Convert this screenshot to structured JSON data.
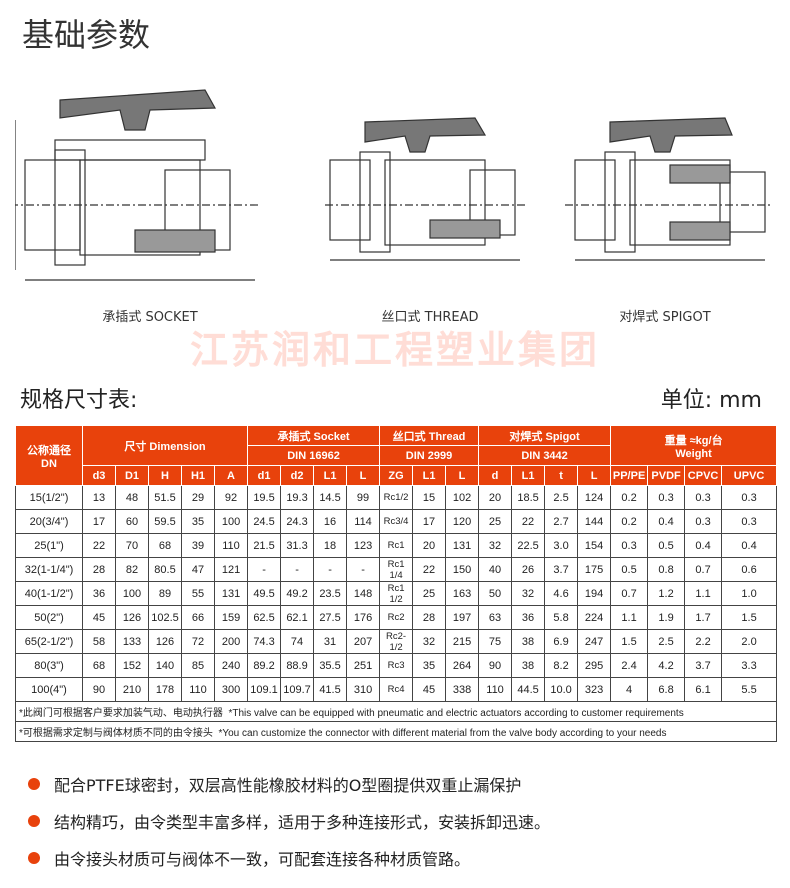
{
  "title": "基础参数",
  "diagrams": [
    {
      "label": "承插式 SOCKET"
    },
    {
      "label": "丝口式 THREAD"
    },
    {
      "label": "对焊式 SPIGOT"
    }
  ],
  "spec_title": "规格尺寸表:",
  "unit": "单位: mm",
  "watermark": "江苏润和工程塑业集团",
  "table": {
    "head1": {
      "dn": "公称通径",
      "dn2": "DN",
      "dimension": "尺寸 Dimension",
      "socket": "承插式 Socket",
      "thread": "丝口式 Thread",
      "spigot": "对焊式 Spigot",
      "weight": "重量 ≈kg/台",
      "weight2": "Weight"
    },
    "head2": {
      "socket": "DIN 16962",
      "thread": "DIN 2999",
      "spigot": "DIN 3442"
    },
    "cols": [
      "d3",
      "D1",
      "H",
      "H1",
      "A",
      "d1",
      "d2",
      "L1",
      "L",
      "ZG",
      "L1",
      "L",
      "d",
      "L1",
      "t",
      "L",
      "PP/PE",
      "PVDF",
      "CPVC",
      "UPVC"
    ],
    "rows": [
      [
        "15(1/2\")",
        "13",
        "48",
        "51.5",
        "29",
        "92",
        "19.5",
        "19.3",
        "14.5",
        "99",
        "Rc1/2",
        "15",
        "102",
        "20",
        "18.5",
        "2.5",
        "124",
        "0.2",
        "0.3",
        "0.3",
        "0.3"
      ],
      [
        "20(3/4\")",
        "17",
        "60",
        "59.5",
        "35",
        "100",
        "24.5",
        "24.3",
        "16",
        "114",
        "Rc3/4",
        "17",
        "120",
        "25",
        "22",
        "2.7",
        "144",
        "0.2",
        "0.4",
        "0.3",
        "0.3"
      ],
      [
        "25(1\")",
        "22",
        "70",
        "68",
        "39",
        "110",
        "21.5",
        "31.3",
        "18",
        "123",
        "Rc1",
        "20",
        "131",
        "32",
        "22.5",
        "3.0",
        "154",
        "0.3",
        "0.5",
        "0.4",
        "0.4"
      ],
      [
        "32(1-1/4\")",
        "28",
        "82",
        "80.5",
        "47",
        "121",
        "-",
        "-",
        "-",
        "-",
        "Rc1 1/4",
        "22",
        "150",
        "40",
        "26",
        "3.7",
        "175",
        "0.5",
        "0.8",
        "0.7",
        "0.6"
      ],
      [
        "40(1-1/2\")",
        "36",
        "100",
        "89",
        "55",
        "131",
        "49.5",
        "49.2",
        "23.5",
        "148",
        "Rc1 1/2",
        "25",
        "163",
        "50",
        "32",
        "4.6",
        "194",
        "0.7",
        "1.2",
        "1.1",
        "1.0"
      ],
      [
        "50(2\")",
        "45",
        "126",
        "102.5",
        "66",
        "159",
        "62.5",
        "62.1",
        "27.5",
        "176",
        "Rc2",
        "28",
        "197",
        "63",
        "36",
        "5.8",
        "224",
        "1.1",
        "1.9",
        "1.7",
        "1.5"
      ],
      [
        "65(2-1/2\")",
        "58",
        "133",
        "126",
        "72",
        "200",
        "74.3",
        "74",
        "31",
        "207",
        "Rc2-1/2",
        "32",
        "215",
        "75",
        "38",
        "6.9",
        "247",
        "1.5",
        "2.5",
        "2.2",
        "2.0"
      ],
      [
        "80(3\")",
        "68",
        "152",
        "140",
        "85",
        "240",
        "89.2",
        "88.9",
        "35.5",
        "251",
        "Rc3",
        "35",
        "264",
        "90",
        "38",
        "8.2",
        "295",
        "2.4",
        "4.2",
        "3.7",
        "3.3"
      ],
      [
        "100(4\")",
        "90",
        "210",
        "178",
        "110",
        "300",
        "109.1",
        "109.7",
        "41.5",
        "310",
        "Rc4",
        "45",
        "338",
        "110",
        "44.5",
        "10.0",
        "323",
        "4",
        "6.8",
        "6.1",
        "5.5"
      ]
    ],
    "notes": [
      {
        "cn": "*此阀门可根据客户要求加装气动、电动执行器",
        "en": "*This valve can be equipped with pneumatic and electric actuators according to customer requirements"
      },
      {
        "cn": "*可根据需求定制与阀体材质不同的由令接头",
        "en": "*You can customize the connector with different material from the valve body according to your needs"
      }
    ]
  },
  "bullets": [
    "配合PTFE球密封，双层高性能橡胶材料的O型圈提供双重止漏保护",
    "结构精巧，由令类型丰富多样，适用于多种连接形式，安装拆卸迅速。",
    "由令接头材质可与阀体不一致，可配套连接各种材质管路。"
  ],
  "colors": {
    "accent": "#e8420c"
  }
}
